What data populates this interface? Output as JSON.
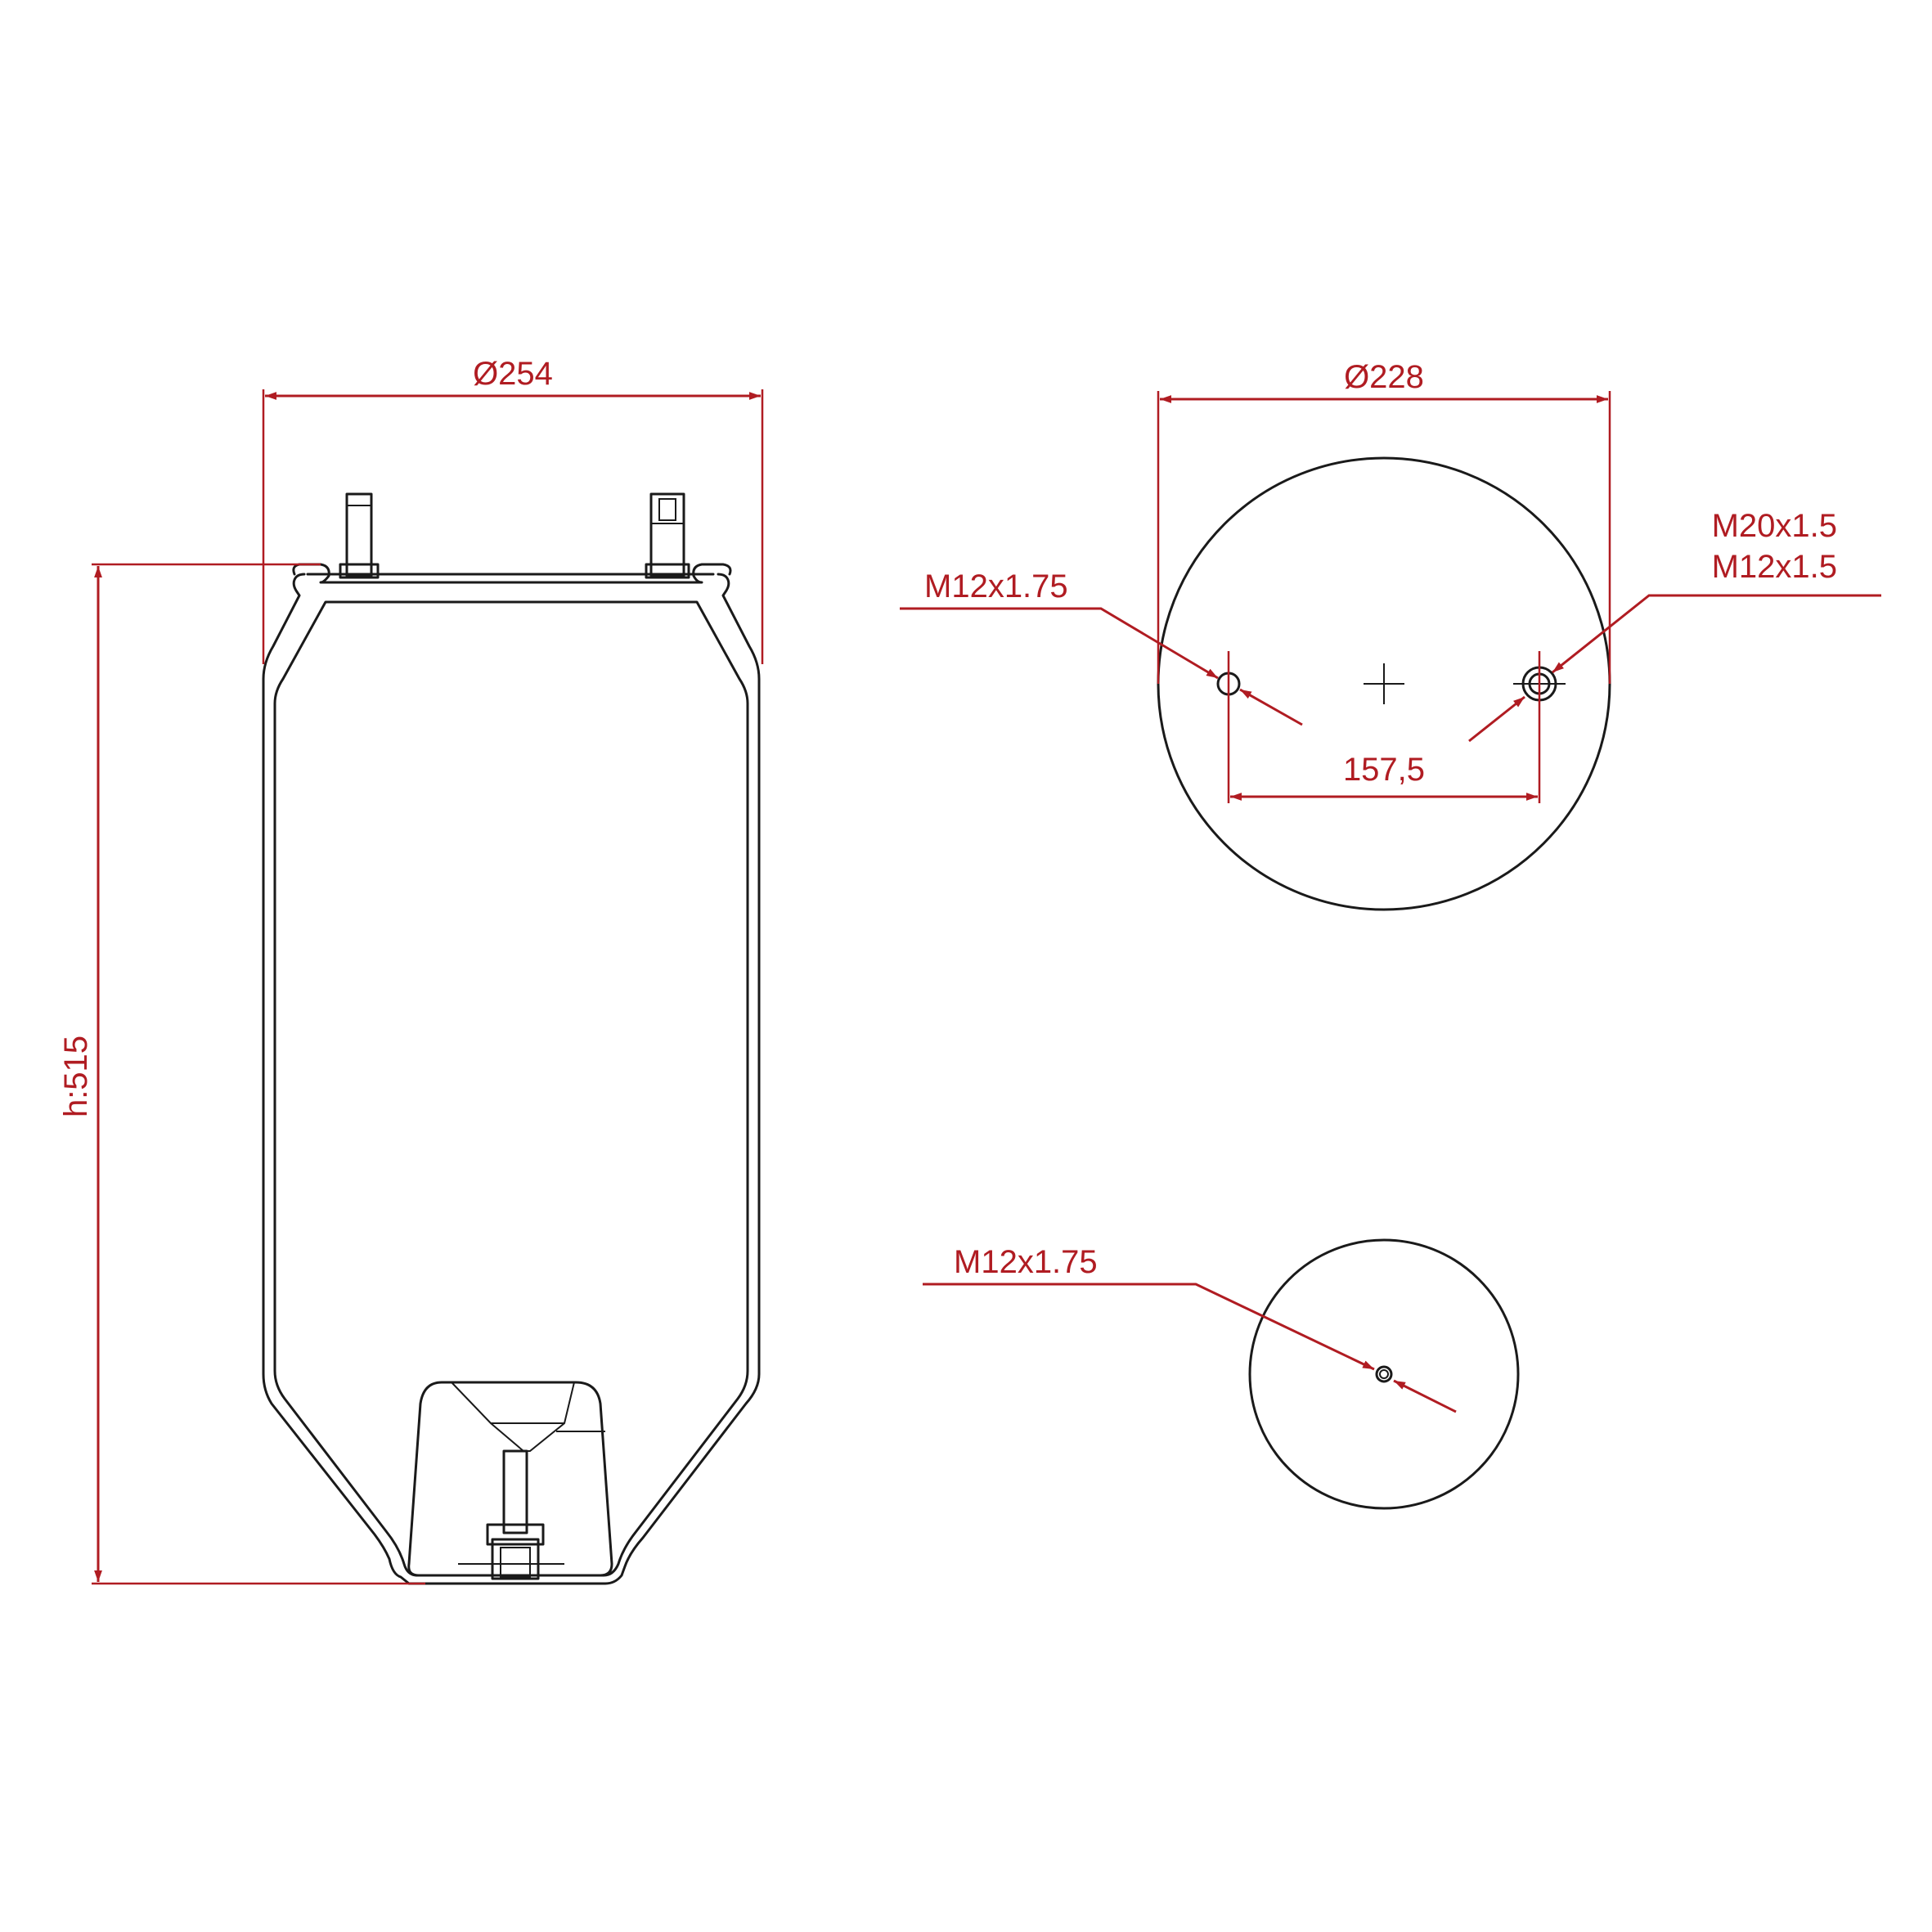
{
  "side_view": {
    "diameter_label": "Ø254",
    "height_label": "h:515"
  },
  "top_view": {
    "diameter_label": "Ø228",
    "hole_spacing_label": "157,5",
    "left_thread_label": "M12x1.75",
    "right_thread_label_1": "M20x1.5",
    "right_thread_label_2": "M12x1.5"
  },
  "bottom_view": {
    "thread_label": "M12x1.75"
  },
  "colors": {
    "dimension": "#b01c22",
    "outline": "#1a1a1a"
  }
}
